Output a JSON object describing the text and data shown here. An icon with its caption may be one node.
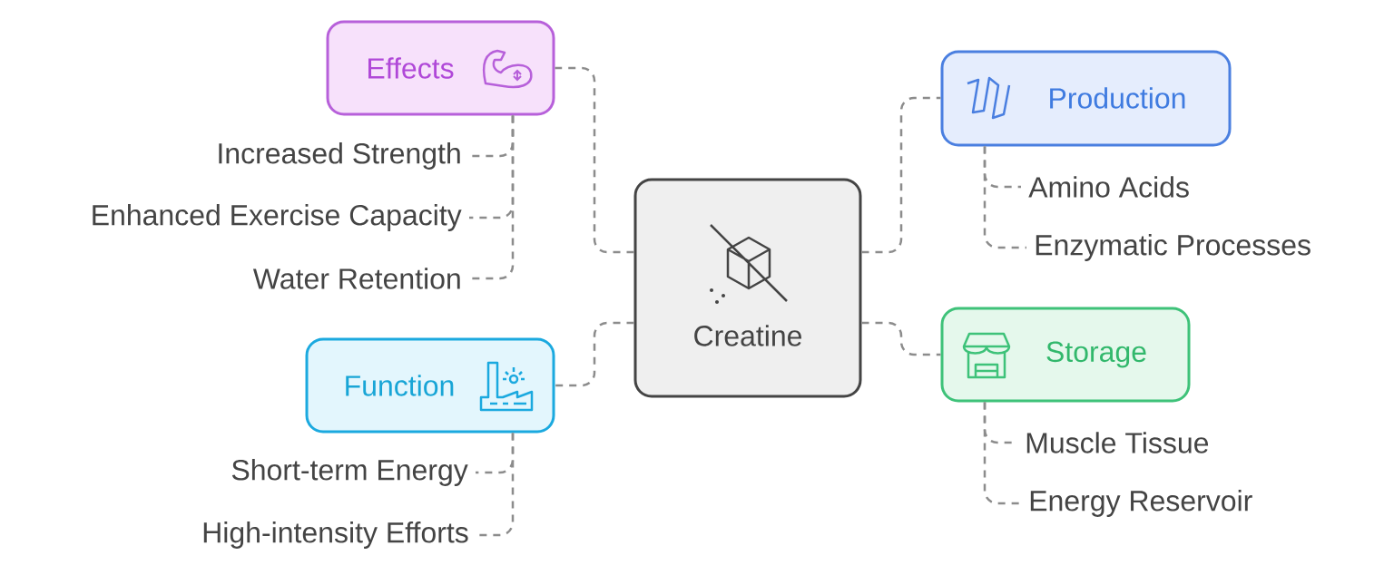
{
  "diagram": {
    "nodes": [
      {
        "text": [
          "Creatine"
        ]
      },
      {
        "text": [
          "Effects"
        ]
      },
      {
        "text": [
          "Increased Strength"
        ]
      },
      {
        "text": [
          "Enhanced Exercise Capacity"
        ]
      },
      {
        "text": [
          "Water Retention"
        ]
      },
      {
        "text": [
          "Function"
        ]
      },
      {
        "text": [
          "Short-term Energy"
        ]
      },
      {
        "text": [
          "High-intensity Efforts"
        ]
      },
      {
        "text": [
          "Production"
        ]
      },
      {
        "text": [
          "Amino Acids"
        ]
      },
      {
        "text": [
          "Enzymatic Processes"
        ]
      },
      {
        "text": [
          "Storage"
        ]
      },
      {
        "text": [
          "Muscle Tissue"
        ]
      },
      {
        "text": [
          "Energy Reservoir"
        ]
      }
    ],
    "edges": [
      {
        "from": 0,
        "to": 1,
        "arrow": "none",
        "style": "dashed"
      },
      {
        "from": 1,
        "to": 2,
        "arrow": "none",
        "style": "dashed"
      },
      {
        "from": 1,
        "to": 3,
        "arrow": "none",
        "style": "dashed"
      },
      {
        "from": 1,
        "to": 4,
        "arrow": "none",
        "style": "dashed"
      },
      {
        "from": 0,
        "to": 5,
        "arrow": "none",
        "style": "dashed"
      },
      {
        "from": 5,
        "to": 6,
        "arrow": "none",
        "style": "dashed"
      },
      {
        "from": 5,
        "to": 7,
        "arrow": "none",
        "style": "dashed"
      },
      {
        "from": 0,
        "to": 8,
        "arrow": "none",
        "style": "dashed"
      },
      {
        "from": 8,
        "to": 9,
        "arrow": "none",
        "style": "dashed"
      },
      {
        "from": 8,
        "to": 10,
        "arrow": "none",
        "style": "dashed"
      },
      {
        "from": 0,
        "to": 11,
        "arrow": "none",
        "style": "dashed"
      },
      {
        "from": 11,
        "to": 12,
        "arrow": "none",
        "style": "dashed"
      },
      {
        "from": 11,
        "to": 13,
        "arrow": "none",
        "style": "dashed"
      }
    ]
  }
}
